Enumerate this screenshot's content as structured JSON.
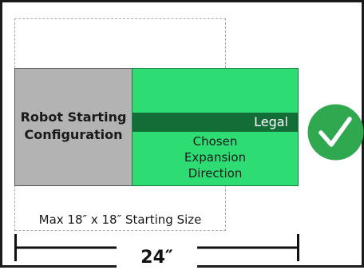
{
  "robot_box": {
    "line1": "Robot Starting",
    "line2": "Configuration"
  },
  "expansion_box": {
    "legal_label": "Legal",
    "line1": "Chosen",
    "line2": "Expansion",
    "line3": "Direction"
  },
  "starting_size_label": "Max 18″ x 18″ Starting Size",
  "dimension_label": "24″",
  "status_icon": "check-circle-icon",
  "colors": {
    "robot_fill": "#b3b3b3",
    "expansion_fill": "#2ddd73",
    "legal_bar": "#136d37",
    "check_circle": "#2fa84f",
    "dashed_outline": "#a9a9a9"
  }
}
